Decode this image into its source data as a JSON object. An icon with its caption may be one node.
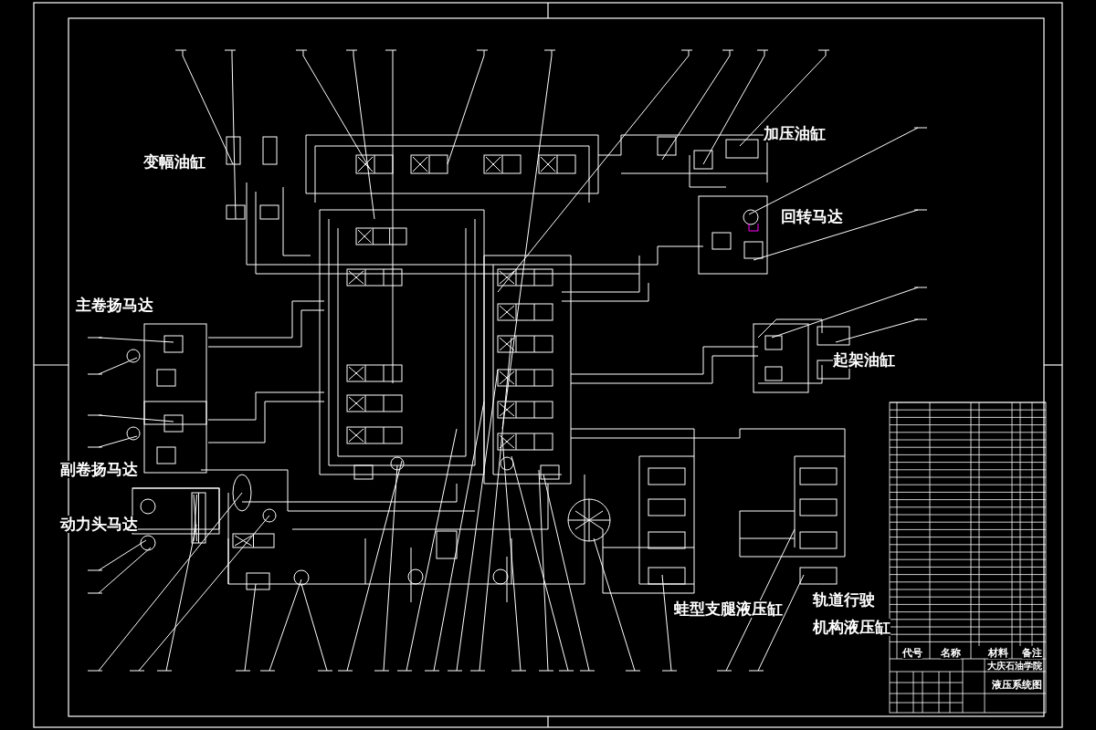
{
  "diagram": {
    "labels": [
      "变幅油缸",
      "加压油缸",
      "回转马达",
      "主卷扬马达",
      "起架油缸",
      "副卷扬马达",
      "动力头马达",
      "蛙型支腿液压缸",
      "轨道行驶",
      "机构液压缸",
      "代号",
      "名称",
      "材料",
      "备注",
      "大庆石油学院",
      "液压系统图"
    ]
  }
}
